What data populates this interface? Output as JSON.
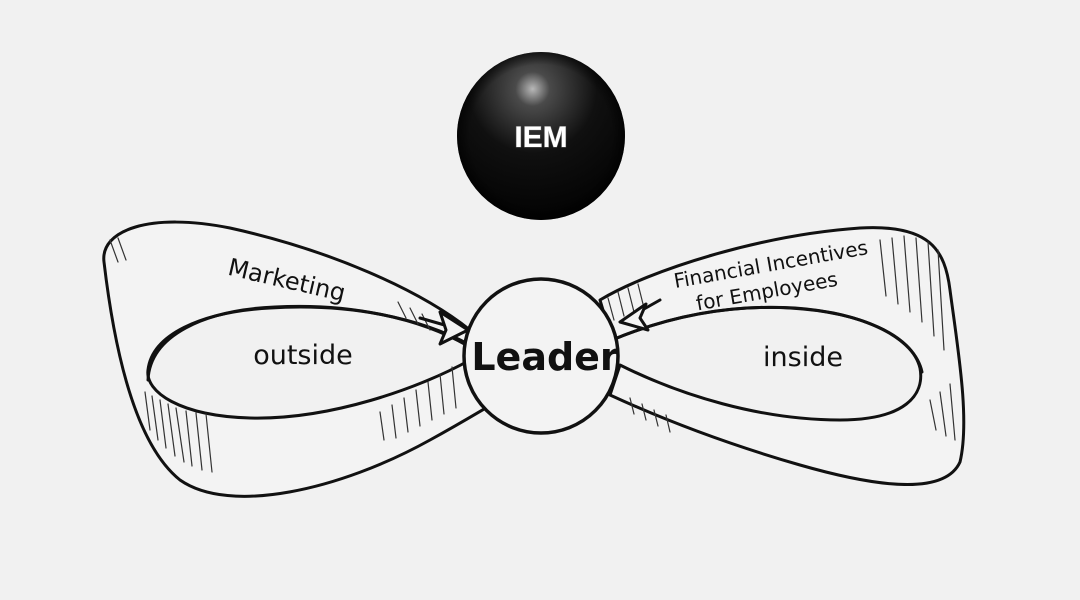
{
  "logo": {
    "text": "IEM",
    "sphere_color": "#0a0a0a",
    "highlight_color": "#cfcfcf"
  },
  "diagram": {
    "center_label": "Leader",
    "left_inner_label": "outside",
    "right_inner_label": "inside",
    "left_band_label": "Marketing",
    "right_band_label_line1": "Financial Incentives",
    "right_band_label_line2": "for Employees"
  },
  "colors": {
    "background": "#f1f1f1",
    "ink": "#111111",
    "band_fill": "#f3f3f3"
  }
}
